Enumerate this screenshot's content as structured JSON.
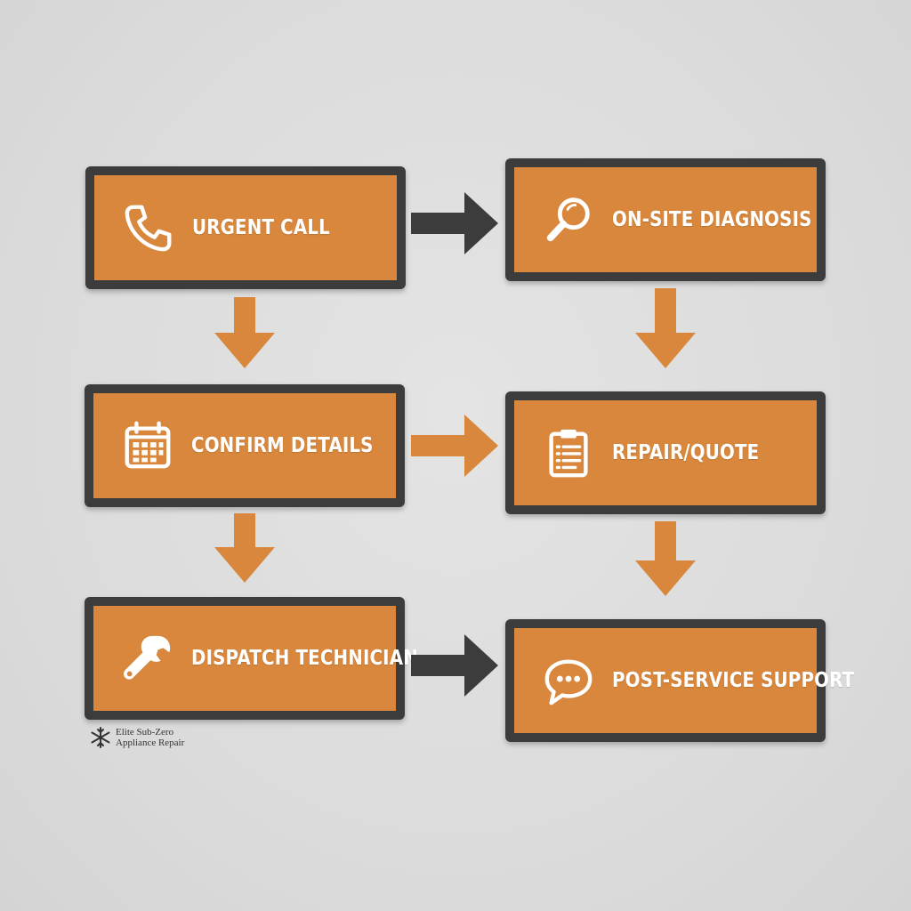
{
  "colors": {
    "background": "#dcdcdc",
    "box_fill": "#d8873c",
    "box_border": "#3c3c3c",
    "arrow_orange": "#d8873c",
    "arrow_dark": "#3c3c3c",
    "text": "#ffffff"
  },
  "steps": [
    {
      "id": "urgent-call",
      "label": "URGENT CALL",
      "icon": "phone-icon"
    },
    {
      "id": "on-site-diagnosis",
      "label": "ON-SITE DIAGNOSIS",
      "icon": "magnifier-icon"
    },
    {
      "id": "confirm-details",
      "label": "CONFIRM DETAILS",
      "icon": "calendar-icon"
    },
    {
      "id": "repair-quote",
      "label": "REPAIR/QUOTE",
      "icon": "clipboard-icon"
    },
    {
      "id": "dispatch-technician",
      "label": "DISPATCH TECHNICIAN",
      "icon": "wrench-icon"
    },
    {
      "id": "post-service-support",
      "label": "POST-SERVICE SUPPORT",
      "icon": "chat-bubble-icon"
    }
  ],
  "connections": [
    {
      "from": "urgent-call",
      "to": "on-site-diagnosis",
      "style": "dark"
    },
    {
      "from": "urgent-call",
      "to": "confirm-details",
      "style": "orange"
    },
    {
      "from": "on-site-diagnosis",
      "to": "repair-quote",
      "style": "orange"
    },
    {
      "from": "confirm-details",
      "to": "repair-quote",
      "style": "orange"
    },
    {
      "from": "confirm-details",
      "to": "dispatch-technician",
      "style": "orange"
    },
    {
      "from": "repair-quote",
      "to": "post-service-support",
      "style": "orange"
    },
    {
      "from": "dispatch-technician",
      "to": "post-service-support",
      "style": "dark"
    }
  ],
  "logo": {
    "icon": "snowflake-icon",
    "line1": "Elite Sub-Zero",
    "line2": "Appliance Repair"
  }
}
